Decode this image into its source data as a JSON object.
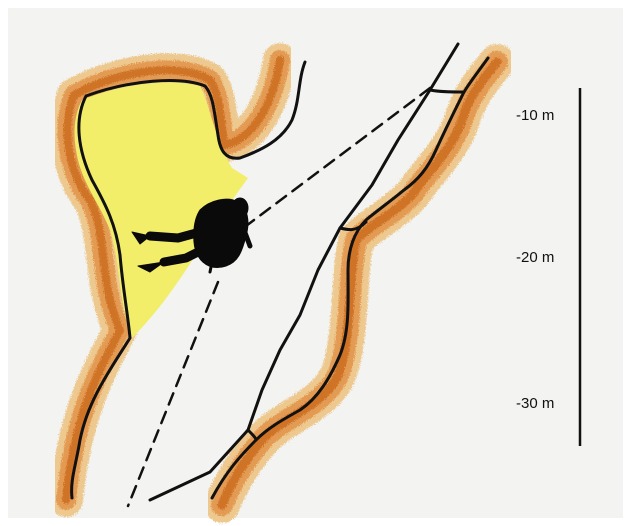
{
  "colors": {
    "background": "#ffffff",
    "panel": "#f3f3f1",
    "rock_outer": "#eec98f",
    "rock_mid": "#e39a52",
    "rock_inner": "#cf7326",
    "wall_line": "#111111",
    "lit_zone": "#f2ee6a",
    "diver": "#0a0a0a"
  },
  "depth_scale": {
    "labels": [
      "-10 m",
      "-20 m",
      "-30 m"
    ]
  },
  "icons": {
    "diver": "scuba-diver-silhouette"
  }
}
